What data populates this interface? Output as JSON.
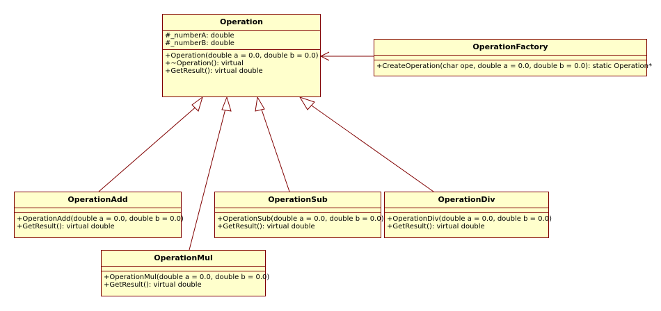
{
  "diagram": {
    "classes": {
      "operation": {
        "name": "Operation",
        "attributes": [
          "#_numberA: double",
          "#_numberB: double"
        ],
        "operations": [
          "+Operation(double a = 0.0, double b = 0.0)",
          "+~Operation(): virtual",
          "+GetResult(): virtual double"
        ]
      },
      "factory": {
        "name": "OperationFactory",
        "attributes": [],
        "operations": [
          "+CreateOperation(char ope, double a = 0.0, double b = 0.0): static Operation*"
        ]
      },
      "add": {
        "name": "OperationAdd",
        "attributes": [],
        "operations": [
          "+OperationAdd(double a = 0.0, double b = 0.0)",
          "+GetResult(): virtual double"
        ]
      },
      "sub": {
        "name": "OperationSub",
        "attributes": [],
        "operations": [
          "+OperationSub(double a = 0.0, double b = 0.0)",
          "+GetResult(): virtual double"
        ]
      },
      "div": {
        "name": "OperationDiv",
        "attributes": [],
        "operations": [
          "+OperationDiv(double a = 0.0, double b = 0.0)",
          "+GetResult(): virtual double"
        ]
      },
      "mul": {
        "name": "OperationMul",
        "attributes": [],
        "operations": [
          "+OperationMul(double a = 0.0, double b = 0.0)",
          "+GetResult(): virtual double"
        ]
      }
    },
    "relations": [
      {
        "type": "dependency",
        "from": "factory",
        "to": "operation"
      },
      {
        "type": "generalization",
        "from": "add",
        "to": "operation"
      },
      {
        "type": "generalization",
        "from": "mul",
        "to": "operation"
      },
      {
        "type": "generalization",
        "from": "sub",
        "to": "operation"
      },
      {
        "type": "generalization",
        "from": "div",
        "to": "operation"
      }
    ],
    "colors": {
      "fill": "#ffffcc",
      "border": "#800000",
      "line": "#800000"
    }
  }
}
